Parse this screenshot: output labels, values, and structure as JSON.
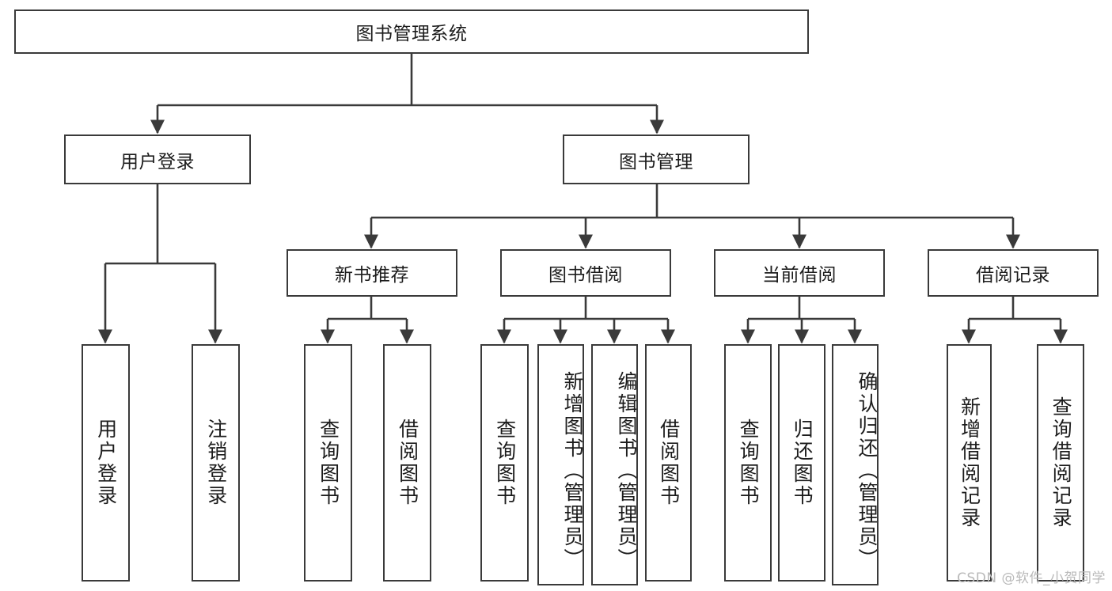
{
  "diagram": {
    "title": "图书管理系统",
    "type": "tree",
    "root": {
      "label": "图书管理系统"
    },
    "level1": [
      {
        "label": "用户登录"
      },
      {
        "label": "图书管理"
      }
    ],
    "level2": [
      {
        "label": "新书推荐"
      },
      {
        "label": "图书借阅"
      },
      {
        "label": "当前借阅"
      },
      {
        "label": "借阅记录"
      }
    ],
    "leaves": {
      "user_login": [
        {
          "label": "用户登录"
        },
        {
          "label": "注销登录"
        }
      ],
      "new_book_recommend": [
        {
          "label": "查询图书"
        },
        {
          "label": "借阅图书"
        }
      ],
      "book_borrow": [
        {
          "label": "查询图书"
        },
        {
          "label": "新增图书（管理员）"
        },
        {
          "label": "编辑图书（管理员）"
        },
        {
          "label": "借阅图书"
        }
      ],
      "current_borrow": [
        {
          "label": "查询图书"
        },
        {
          "label": "归还图书"
        },
        {
          "label": "确认归还（管理员）"
        }
      ],
      "borrow_record": [
        {
          "label": "新增借阅记录"
        },
        {
          "label": "查询借阅记录"
        }
      ]
    },
    "colors": {
      "stroke": "#3a3a3a",
      "text": "#1c1c1c",
      "background": "#ffffff",
      "watermark": "#b9b9b9"
    }
  },
  "watermark": {
    "text": "CSDN @软件_小贺同学"
  }
}
